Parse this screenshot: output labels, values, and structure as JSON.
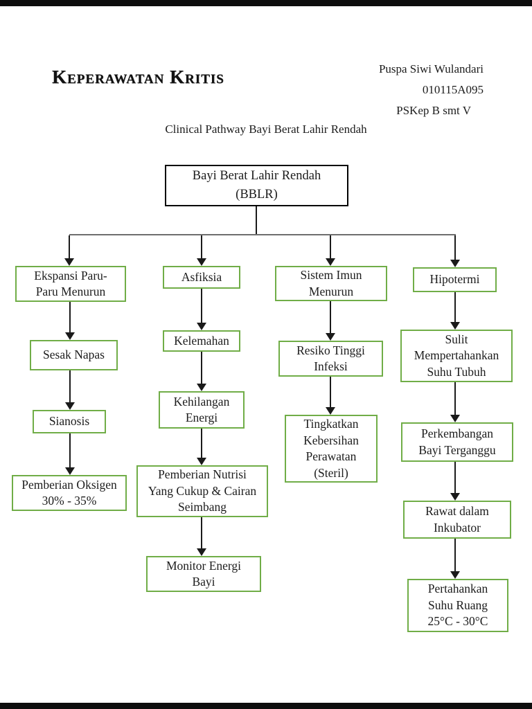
{
  "header": {
    "course_title": "Keperawatan Kritis",
    "author_name": "Puspa Siwi Wulandari",
    "student_id": "010115A095",
    "class_info": "PSKep B smt V",
    "diagram_title": "Clinical Pathway Bayi Berat Lahir Rendah"
  },
  "colors": {
    "node_border_green": "#70ad47",
    "root_node_border": "#000000",
    "connector_line": "#1a1a1a",
    "page_background": "#ffffff",
    "edge_bar": "#0d0d0d"
  },
  "flowchart": {
    "root": {
      "label": "Bayi Berat Lahir Rendah (BBLR)",
      "lines": [
        "Bayi Berat Lahir Rendah",
        "(BBLR)"
      ]
    },
    "branches": [
      {
        "name": "ekspansi-paru",
        "nodes": [
          {
            "label": "Ekspansi Paru-Paru Menurun",
            "lines": [
              "Ekspansi Paru-",
              "Paru Menurun"
            ]
          },
          {
            "label": "Sesak Napas",
            "lines": [
              "Sesak Napas"
            ]
          },
          {
            "label": "Sianosis",
            "lines": [
              "Sianosis"
            ]
          },
          {
            "label": "Pemberian Oksigen 30% - 35%",
            "lines": [
              "Pemberian Oksigen",
              "30% - 35%"
            ]
          }
        ]
      },
      {
        "name": "asfiksia",
        "nodes": [
          {
            "label": "Asfiksia",
            "lines": [
              "Asfiksia"
            ]
          },
          {
            "label": "Kelemahan",
            "lines": [
              "Kelemahan"
            ]
          },
          {
            "label": "Kehilangan Energi",
            "lines": [
              "Kehilangan",
              "Energi"
            ]
          },
          {
            "label": "Pemberian Nutrisi Yang Cukup & Cairan Seimbang",
            "lines": [
              "Pemberian Nutrisi",
              "Yang Cukup & Cairan",
              "Seimbang"
            ]
          },
          {
            "label": "Monitor Energi Bayi",
            "lines": [
              "Monitor Energi",
              "Bayi"
            ]
          }
        ]
      },
      {
        "name": "sistem-imun",
        "nodes": [
          {
            "label": "Sistem Imun Menurun",
            "lines": [
              "Sistem Imun",
              "Menurun"
            ]
          },
          {
            "label": "Resiko Tinggi Infeksi",
            "lines": [
              "Resiko Tinggi",
              "Infeksi"
            ]
          },
          {
            "label": "Tingkatkan Kebersihan Perawatan (Steril)",
            "lines": [
              "Tingkatkan",
              "Kebersihan",
              "Perawatan",
              "(Steril)"
            ]
          }
        ]
      },
      {
        "name": "hipotermi",
        "nodes": [
          {
            "label": "Hipotermi",
            "lines": [
              "Hipotermi"
            ]
          },
          {
            "label": "Sulit Mempertahankan Suhu Tubuh",
            "lines": [
              "Sulit",
              "Mempertahankan",
              "Suhu Tubuh"
            ]
          },
          {
            "label": "Perkembangan Bayi Terganggu",
            "lines": [
              "Perkembangan",
              "Bayi Terganggu"
            ]
          },
          {
            "label": "Rawat dalam Inkubator",
            "lines": [
              "Rawat dalam",
              "Inkubator"
            ]
          },
          {
            "label": "Pertahankan Suhu Ruang 25°C - 30°C",
            "lines": [
              "Pertahankan",
              "Suhu Ruang",
              "25°C - 30°C"
            ]
          }
        ]
      }
    ]
  }
}
